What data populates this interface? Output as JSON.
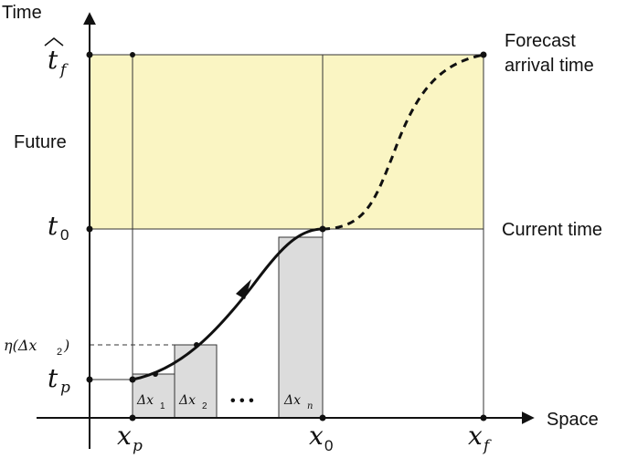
{
  "axes": {
    "y_label": "Time",
    "x_label": "Space"
  },
  "regions": {
    "future_label": "Future",
    "future_band_color": "#faf5c3"
  },
  "labels": {
    "forecast_line1": "Forecast",
    "forecast_line2": "arrival time",
    "current_time": "Current time"
  },
  "y_ticks": {
    "tf_hat": {
      "base": "t",
      "sub": "f"
    },
    "t0": {
      "base": "t",
      "sub": "0"
    },
    "tp": {
      "base": "t",
      "sub": "p"
    },
    "eta": "η(Δx",
    "eta_sub": "2",
    "eta_close": ")"
  },
  "x_ticks": {
    "xp": {
      "base": "x",
      "sub": "p"
    },
    "x0": {
      "base": "x",
      "sub": "0"
    },
    "xf": {
      "base": "x",
      "sub": "f"
    }
  },
  "bars": [
    {
      "label": "Δx",
      "sub": "1"
    },
    {
      "label": "Δx",
      "sub": "2"
    },
    {
      "label": "Δx",
      "sub": "n"
    }
  ],
  "ellipsis": "• • •",
  "colors": {
    "bar_fill": "#dcdcdc",
    "line": "#111111"
  }
}
